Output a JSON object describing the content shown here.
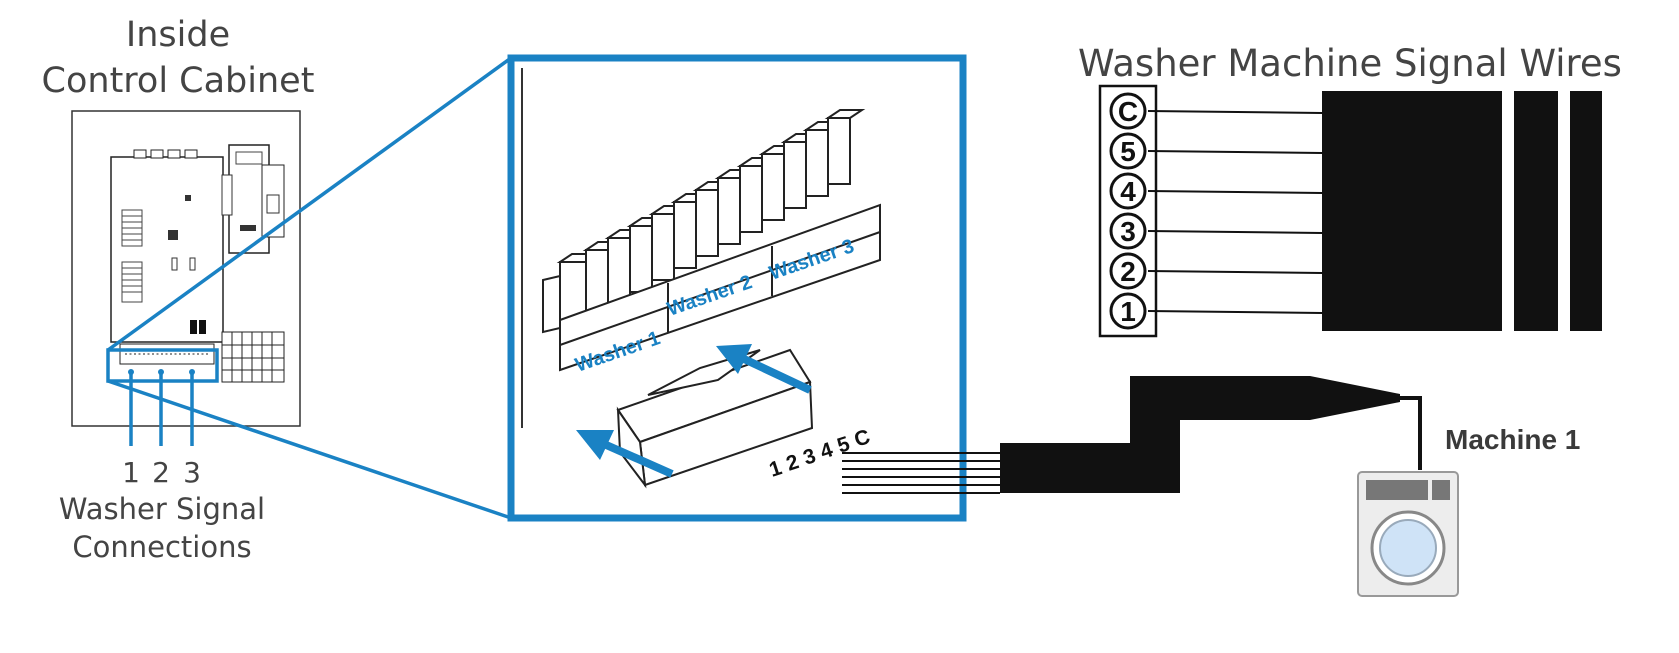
{
  "cabinet": {
    "title_line1": "Inside",
    "title_line2": "Control Cabinet",
    "connection_numbers": [
      "1",
      "2",
      "3"
    ],
    "connections_label_line1": "Washer Signal",
    "connections_label_line2": "Connections"
  },
  "zoom": {
    "blocks": [
      "Washer 1",
      "Washer 2",
      "Washer 3"
    ],
    "plug_pins": [
      "1",
      "2",
      "3",
      "4",
      "5",
      "C"
    ]
  },
  "signal_wires": {
    "title": "Washer Machine Signal Wires",
    "pins": [
      "C",
      "5",
      "4",
      "3",
      "2",
      "1"
    ]
  },
  "machine": {
    "label": "Machine 1"
  },
  "colors": {
    "accent": "#1a82c4",
    "ink": "#111111",
    "text": "#3a3a3a",
    "panel_fill": "#e6e6e6",
    "screen": "#cfe3f7"
  },
  "icons": {
    "machine": "washing-machine-icon",
    "insertion": "arrow-icon"
  }
}
